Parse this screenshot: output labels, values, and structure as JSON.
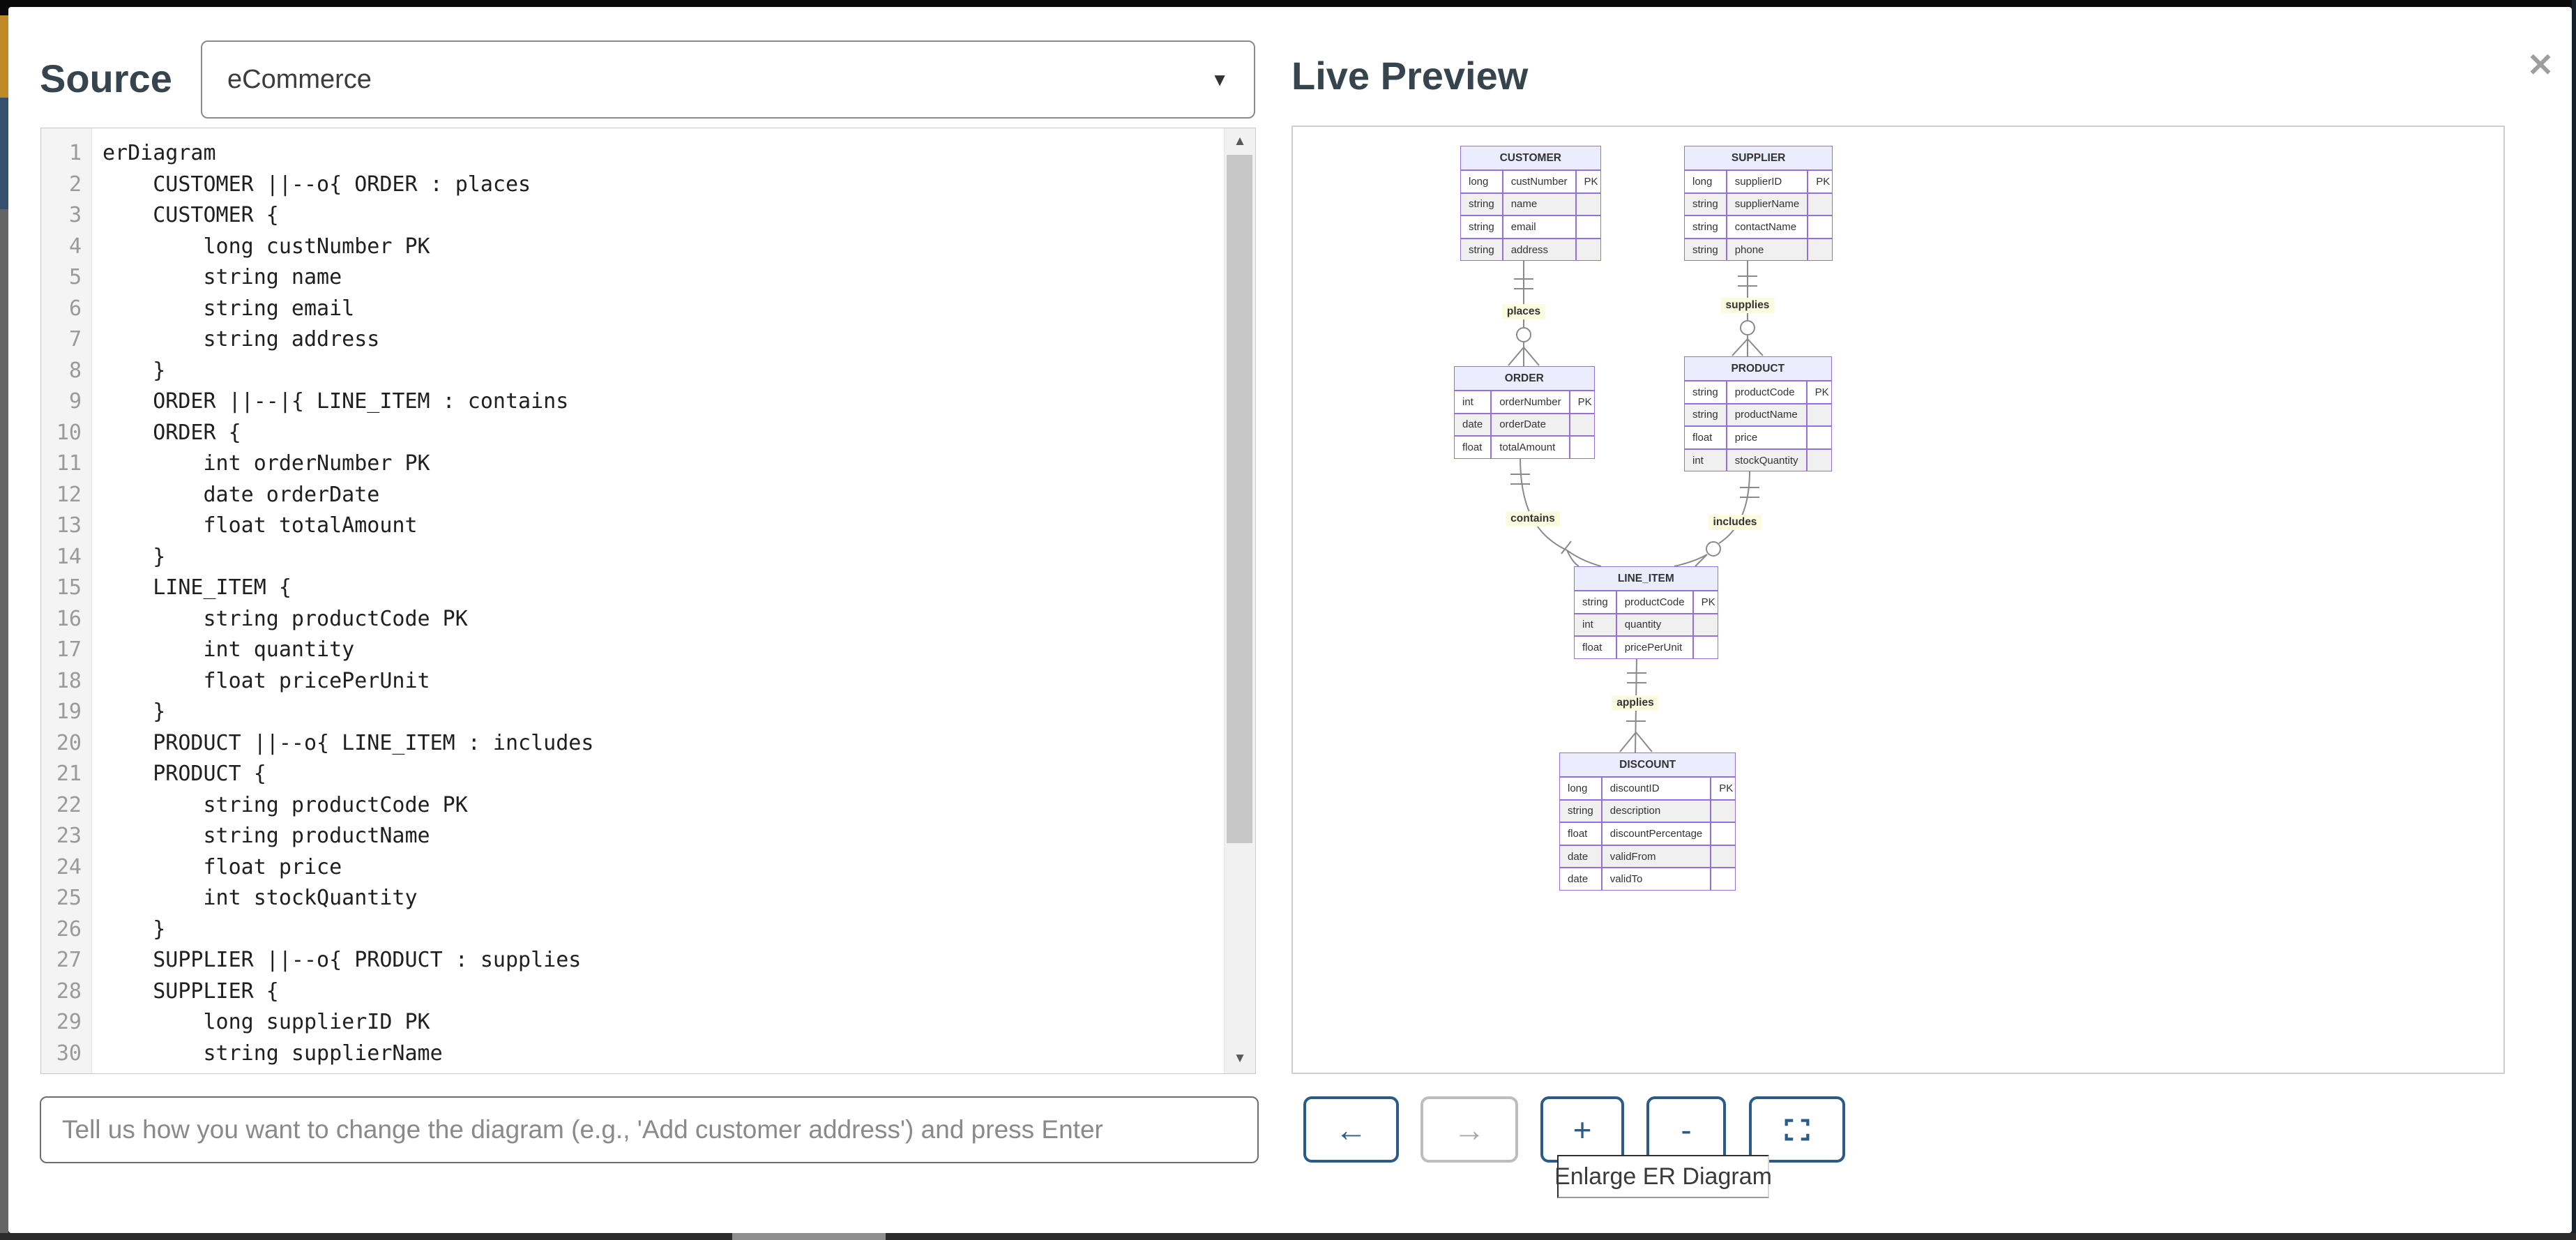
{
  "source": {
    "title": "Source",
    "template_selector": {
      "value": "eCommerce",
      "caret": "▼"
    },
    "editor": {
      "lines": [
        "erDiagram",
        "    CUSTOMER ||--o{ ORDER : places",
        "    CUSTOMER {",
        "        long custNumber PK",
        "        string name",
        "        string email",
        "        string address",
        "    }",
        "    ORDER ||--|{ LINE_ITEM : contains",
        "    ORDER {",
        "        int orderNumber PK",
        "        date orderDate",
        "        float totalAmount",
        "    }",
        "    LINE_ITEM {",
        "        string productCode PK",
        "        int quantity",
        "        float pricePerUnit",
        "    }",
        "    PRODUCT ||--o{ LINE_ITEM : includes",
        "    PRODUCT {",
        "        string productCode PK",
        "        string productName",
        "        float price",
        "        int stockQuantity",
        "    }",
        "    SUPPLIER ||--o{ PRODUCT : supplies",
        "    SUPPLIER {",
        "        long supplierID PK",
        "        string supplierName"
      ]
    },
    "prompt": {
      "placeholder": "Tell us how you want to change the diagram (e.g., 'Add customer address') and press Enter"
    }
  },
  "preview": {
    "title": "Live Preview",
    "close_icon": "✕",
    "controls": [
      {
        "id": "back",
        "label": "←",
        "icon": "arrow-left",
        "enabled": true
      },
      {
        "id": "forward",
        "label": "→",
        "icon": "arrow-right",
        "enabled": false
      },
      {
        "id": "zoom-in",
        "label": "+",
        "icon": "plus",
        "enabled": true
      },
      {
        "id": "zoom-out",
        "label": "-",
        "icon": "minus",
        "enabled": true
      },
      {
        "id": "enlarge",
        "label": "",
        "icon": "expand-corners",
        "enabled": true
      }
    ],
    "tooltip": {
      "text": "Enlarge ER Diagram"
    }
  },
  "diagram": {
    "entities": [
      {
        "name": "CUSTOMER",
        "attributes": [
          {
            "type": "long",
            "name": "custNumber",
            "key": "PK"
          },
          {
            "type": "string",
            "name": "name",
            "key": ""
          },
          {
            "type": "string",
            "name": "email",
            "key": ""
          },
          {
            "type": "string",
            "name": "address",
            "key": ""
          }
        ]
      },
      {
        "name": "SUPPLIER",
        "attributes": [
          {
            "type": "long",
            "name": "supplierID",
            "key": "PK"
          },
          {
            "type": "string",
            "name": "supplierName",
            "key": ""
          },
          {
            "type": "string",
            "name": "contactName",
            "key": ""
          },
          {
            "type": "string",
            "name": "phone",
            "key": ""
          }
        ]
      },
      {
        "name": "ORDER",
        "attributes": [
          {
            "type": "int",
            "name": "orderNumber",
            "key": "PK"
          },
          {
            "type": "date",
            "name": "orderDate",
            "key": ""
          },
          {
            "type": "float",
            "name": "totalAmount",
            "key": ""
          }
        ]
      },
      {
        "name": "PRODUCT",
        "attributes": [
          {
            "type": "string",
            "name": "productCode",
            "key": "PK"
          },
          {
            "type": "string",
            "name": "productName",
            "key": ""
          },
          {
            "type": "float",
            "name": "price",
            "key": ""
          },
          {
            "type": "int",
            "name": "stockQuantity",
            "key": ""
          }
        ]
      },
      {
        "name": "LINE_ITEM",
        "attributes": [
          {
            "type": "string",
            "name": "productCode",
            "key": "PK"
          },
          {
            "type": "int",
            "name": "quantity",
            "key": ""
          },
          {
            "type": "float",
            "name": "pricePerUnit",
            "key": ""
          }
        ]
      },
      {
        "name": "DISCOUNT",
        "attributes": [
          {
            "type": "long",
            "name": "discountID",
            "key": "PK"
          },
          {
            "type": "string",
            "name": "description",
            "key": ""
          },
          {
            "type": "float",
            "name": "discountPercentage",
            "key": ""
          },
          {
            "type": "date",
            "name": "validFrom",
            "key": ""
          },
          {
            "type": "date",
            "name": "validTo",
            "key": ""
          }
        ]
      }
    ],
    "relationships": [
      {
        "from": "CUSTOMER",
        "to": "ORDER",
        "label": "places"
      },
      {
        "from": "SUPPLIER",
        "to": "PRODUCT",
        "label": "supplies"
      },
      {
        "from": "ORDER",
        "to": "LINE_ITEM",
        "label": "contains"
      },
      {
        "from": "PRODUCT",
        "to": "LINE_ITEM",
        "label": "includes"
      },
      {
        "from": "LINE_ITEM",
        "to": "DISCOUNT",
        "label": "applies"
      }
    ]
  },
  "colors": {
    "accent_navy": "#2b5c87",
    "entity_border": "#9370DB",
    "entity_header_bg": "#ECECFF",
    "entity_row_alt": "#f0f0f0",
    "relationship_line": "#8a8a8a",
    "label_bg": "#fbfbdf",
    "title_color": "#36454d"
  }
}
